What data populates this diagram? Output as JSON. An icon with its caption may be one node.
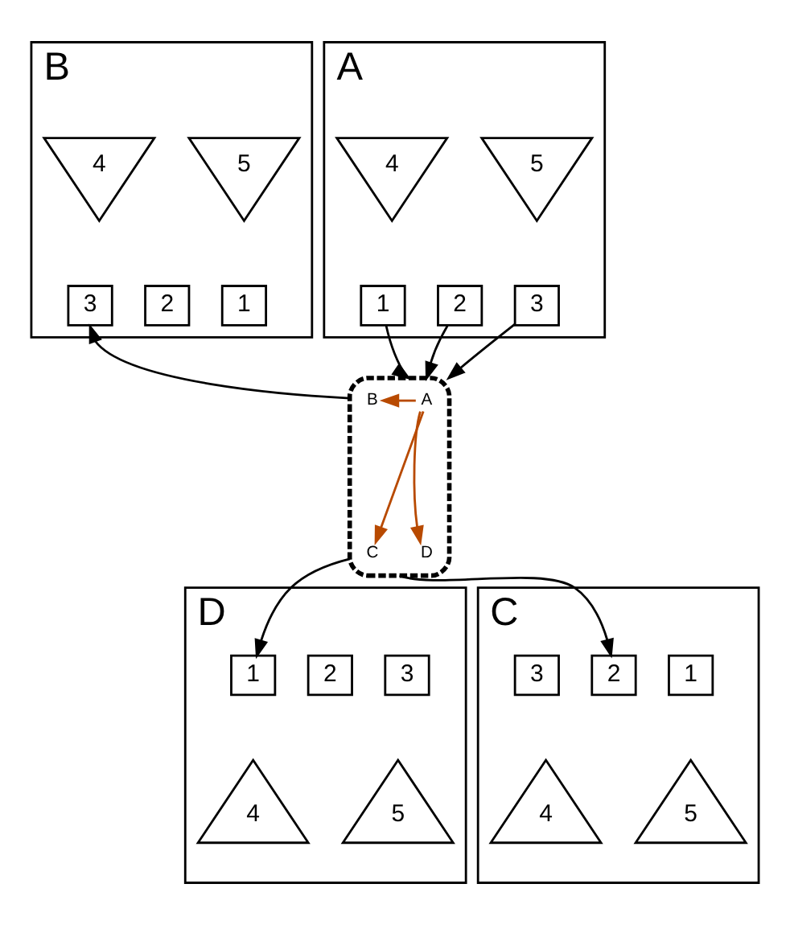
{
  "diagram": {
    "nodes": [
      {
        "text": [
          "A"
        ]
      },
      {
        "text": [
          "1"
        ],
        "in": 0
      },
      {
        "text": [
          "2"
        ],
        "in": 0
      },
      {
        "text": [
          "3"
        ],
        "in": 0
      },
      {
        "text": [
          "4"
        ],
        "in": 0
      },
      {
        "text": [
          "5"
        ],
        "in": 0
      },
      {
        "text": [
          "B"
        ]
      },
      {
        "text": [
          "3"
        ],
        "in": 6
      },
      {
        "text": [
          "2"
        ],
        "in": 6
      },
      {
        "text": [
          "1"
        ],
        "in": 6
      },
      {
        "text": [
          "4"
        ],
        "in": 6
      },
      {
        "text": [
          "5"
        ],
        "in": 6
      },
      {
        "text": [],
        "shape": "box"
      },
      {
        "text": [
          "A"
        ],
        "in": 12
      },
      {
        "text": [
          "B"
        ],
        "in": 12
      },
      {
        "text": [
          "D"
        ],
        "in": 12
      },
      {
        "text": [
          "C"
        ],
        "in": 12
      },
      {
        "text": [
          "D"
        ]
      },
      {
        "text": [
          "1"
        ],
        "in": 17
      },
      {
        "text": [
          "2"
        ],
        "in": 17
      },
      {
        "text": [
          "3"
        ],
        "in": 17
      },
      {
        "text": [
          "4"
        ],
        "in": 17
      },
      {
        "text": [
          "5"
        ],
        "in": 17
      },
      {
        "text": [
          "C"
        ]
      },
      {
        "text": [
          "3"
        ],
        "in": 23
      },
      {
        "text": [
          "2"
        ],
        "in": 23
      },
      {
        "text": [
          "1"
        ],
        "in": 23
      },
      {
        "text": [
          "4"
        ],
        "in": 23
      },
      {
        "text": [
          "5"
        ],
        "in": 23
      }
    ],
    "edges": [
      {
        "from": 1,
        "to": 12,
        "arrow": "to"
      },
      {
        "from": 2,
        "to": 12,
        "arrow": "to"
      },
      {
        "from": 3,
        "to": 12,
        "arrow": "to"
      },
      {
        "from": 12,
        "to": 7,
        "arrow": "to"
      },
      {
        "from": 12,
        "to": 18,
        "arrow": "to"
      },
      {
        "from": 12,
        "to": 25,
        "arrow": "to"
      },
      {
        "from": 13,
        "to": 14,
        "arrow": "to",
        "color": "#b84a00"
      },
      {
        "from": 13,
        "to": 16,
        "arrow": "to",
        "color": "#b84a00"
      },
      {
        "from": 13,
        "to": 15,
        "arrow": "to",
        "color": "#b84a00"
      }
    ]
  }
}
